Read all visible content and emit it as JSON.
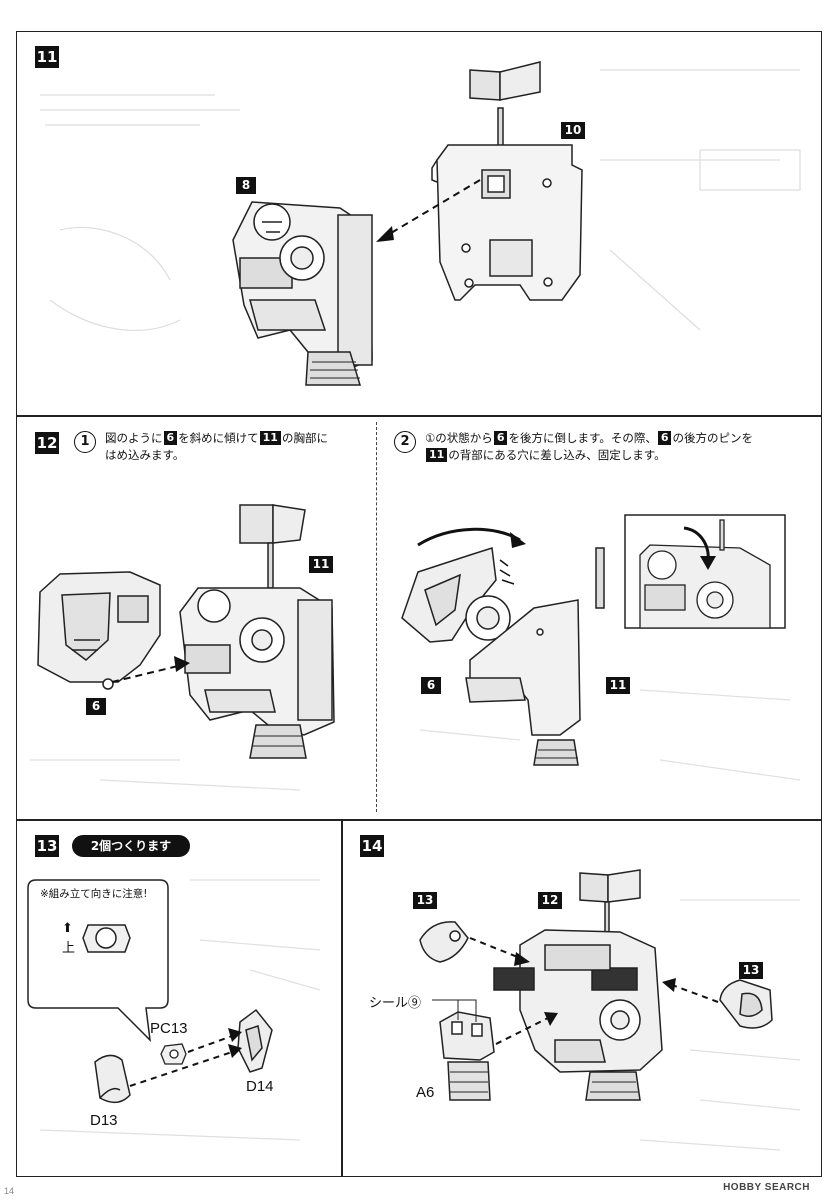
{
  "steps": {
    "s11": {
      "number": "11",
      "parts": [
        "8",
        "10"
      ]
    },
    "s12": {
      "number": "12",
      "sub1": {
        "circle": "1",
        "t1": "図のように",
        "p1": "6",
        "t2": "を斜めに傾けて",
        "p2": "11",
        "t3": "の胸部に",
        "t4": "はめ込みます。"
      },
      "sub2": {
        "circle": "2",
        "t1": "①の状態から",
        "p1": "6",
        "t2": "を後方に倒します。その際、",
        "p2": "6",
        "t3": "の後方のピンを",
        "p3": "11",
        "t4": "の背部にある穴に差し込み、固定します。"
      },
      "parts_left": [
        "6",
        "11"
      ],
      "parts_right": [
        "6",
        "11"
      ]
    },
    "s13": {
      "number": "13",
      "banner": "2個つくります",
      "note": "※組み立て向きに注意!",
      "up_label": "上",
      "up_arrow": "⬆",
      "parts": [
        "PC13",
        "D14",
        "D13"
      ]
    },
    "s14": {
      "number": "14",
      "parts": [
        "13",
        "12",
        "13"
      ],
      "sticker": "シール⑨",
      "part_a6": "A6"
    }
  },
  "footer": {
    "watermark": "HOBBY SEARCH",
    "page": "14"
  }
}
